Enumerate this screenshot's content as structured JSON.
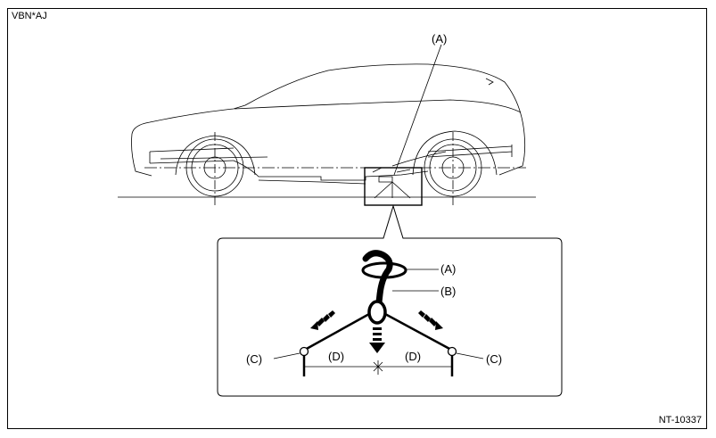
{
  "figure": {
    "code_top_left": "VBN*AJ",
    "code_bottom_right": "NT-10337"
  },
  "callouts": {
    "car_a": "(A)",
    "detail_a": "(A)",
    "detail_b": "(B)",
    "detail_c_left": "(C)",
    "detail_c_right": "(C)",
    "detail_d_left": "(D)",
    "detail_d_right": "(D)"
  }
}
